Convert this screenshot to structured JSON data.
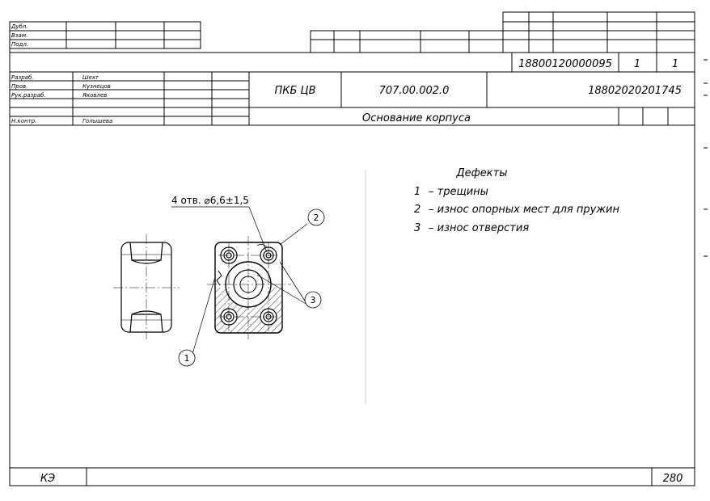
{
  "top_left_rows": [
    "Дубл.",
    "Взам.",
    "Подл."
  ],
  "doc_number_top": "18800120000095",
  "sheet_num": "1",
  "sheets_total": "1",
  "roles": {
    "developed": {
      "label": "Разраб.",
      "name": "Шехт"
    },
    "checked": {
      "label": "Пров.",
      "name": "Кузнецов"
    },
    "head": {
      "label": "Рук.разраб.",
      "name": "Яковлев"
    },
    "norm_control": {
      "label": "Н.контр.",
      "name": "Голышева"
    }
  },
  "org": "ПКБ ЦВ",
  "drawing_code": "707.00.002.0",
  "doc_number_right": "18802020201745",
  "part_name": "Основание корпуса",
  "drawing": {
    "hole_callout": "4 отв. ⌀6,6±1,5",
    "callouts": [
      "1",
      "2",
      "3"
    ]
  },
  "defects": {
    "title": "Дефекты",
    "items": [
      {
        "num": "1",
        "text": "– трещины"
      },
      {
        "num": "2",
        "text": "– износ опорных мест для пружин"
      },
      {
        "num": "3",
        "text": "– износ отверстия"
      }
    ]
  },
  "footer": {
    "left": "КЭ",
    "right": "280"
  }
}
